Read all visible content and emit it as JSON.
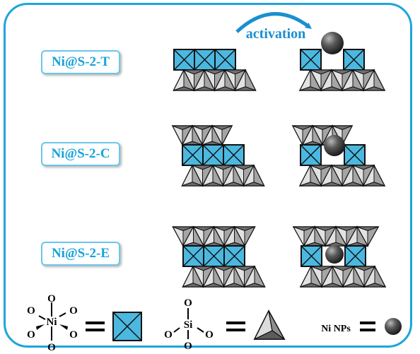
{
  "labels": {
    "tetrahedral": "Ni@S-2-T",
    "cubic": "Ni@S-2-C",
    "expanded": "Ni@S-2-E"
  },
  "activation_label": "activation",
  "legend": {
    "ni_center": "Ni",
    "si_center": "Si",
    "oxygen": "O",
    "ni_nps_label": "Ni NPs"
  },
  "colors": {
    "border": "#1ea5da",
    "label_text": "#14a3dc",
    "octahedron_fill": "#4bb8e0",
    "tetrahedron_fill": "#c9c9c9",
    "arrow": "#1a8fd0"
  }
}
